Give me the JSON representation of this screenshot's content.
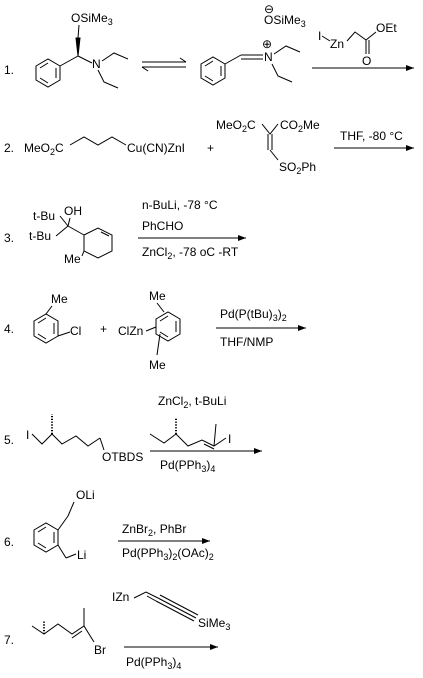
{
  "reactions": [
    {
      "number": "1.",
      "reactant1_label": "OSiMe",
      "reactant1_label_sub": "3",
      "product_label_minus": "⊖",
      "product_label": "OSiMe",
      "product_label_sub": "3",
      "product_charge": "⊕",
      "product_N": "N",
      "reactant_N": "N",
      "reagent_I": "I",
      "reagent_Zn": "Zn",
      "reagent_OEt": "OEt",
      "reagent_O": "O"
    },
    {
      "number": "2.",
      "left_ester": "MeO",
      "left_ester_sub": "2",
      "left_ester_tail": "C",
      "cuprate": "Cu(CN)ZnI",
      "plus": "+",
      "co2me_left": "MeO",
      "co2me_left_sub": "2",
      "co2me_left_tail": "C",
      "co2me_right": "CO",
      "co2me_right_sub": "2",
      "co2me_right_tail": "Me",
      "so2ph": "SO",
      "so2ph_sub": "2",
      "so2ph_tail": "Ph",
      "conditions": "THF, -80 °C"
    },
    {
      "number": "3.",
      "tbu1": "t-Bu",
      "tbu2": "t-Bu",
      "oh": "OH",
      "me": "Me",
      "cond1": "n-BuLi, -78 °C",
      "cond2": "PhCHO",
      "cond3_a": "ZnCl",
      "cond3_sub": "2",
      "cond3_b": ", -78 oC -RT"
    },
    {
      "number": "4.",
      "me_top": "Me",
      "cl": "Cl",
      "plus": "+",
      "clzn": "ClZn",
      "me2_top": "Me",
      "me2_bottom": "Me",
      "cat_a": "Pd(P(tBu)",
      "cat_sub": "3",
      "cat_b": ")",
      "cat_sub2": "2",
      "solvent": "THF/NMP"
    },
    {
      "number": "5.",
      "iodo": "I",
      "otbds": "OTBDS",
      "cond1_a": "ZnCl",
      "cond1_sub": "2",
      "cond1_b": ", t-BuLi",
      "vinyl_i": "I",
      "cat_a": "Pd(PPh",
      "cat_sub": "3",
      "cat_b": ")",
      "cat_sub2": "4"
    },
    {
      "number": "6.",
      "oli": "OLi",
      "li": "Li",
      "cond1": "ZnBr",
      "cond1_sub": "2",
      "cond1_b": ", PhBr",
      "cat_a": "Pd(PPh",
      "cat_sub": "3",
      "cat_b": ")",
      "cat_sub2": "2",
      "cat_c": "(OAc)",
      "cat_sub3": "2"
    },
    {
      "number": "7.",
      "br": "Br",
      "izn": "IZn",
      "sime": "SiMe",
      "sime_sub": "3",
      "cat_a": "Pd(PPh",
      "cat_sub": "3",
      "cat_b": ")",
      "cat_sub2": "4"
    }
  ]
}
